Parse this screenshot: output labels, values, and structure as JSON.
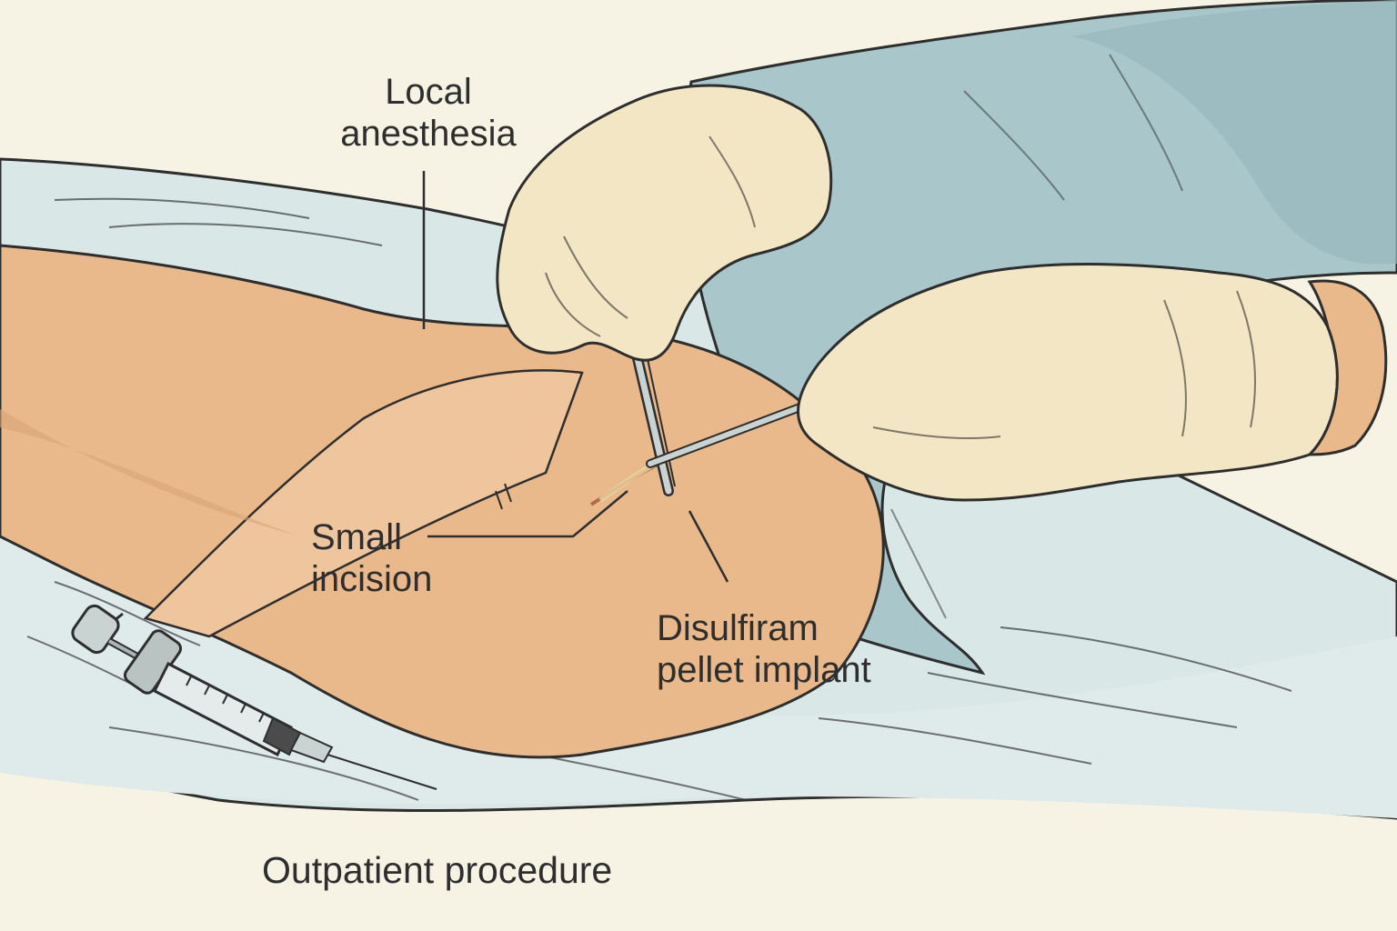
{
  "labels": {
    "anesthesia": {
      "line1": "Local",
      "line2": "anesthesia"
    },
    "incision": {
      "line1": "Small",
      "line2": "incision"
    },
    "pellet": {
      "line1": "Disulfiram",
      "line2": "pellet implant"
    },
    "outpatient": "Outpatient procedure"
  },
  "colors": {
    "background": "#f7f3e4",
    "sheet": "#d9e7e6",
    "gown": "#a9c6cb",
    "skin": "#e9b98c",
    "glove": "#f3e6c4",
    "instrument": "#4fa3a6",
    "ink": "#2e2e2e"
  }
}
